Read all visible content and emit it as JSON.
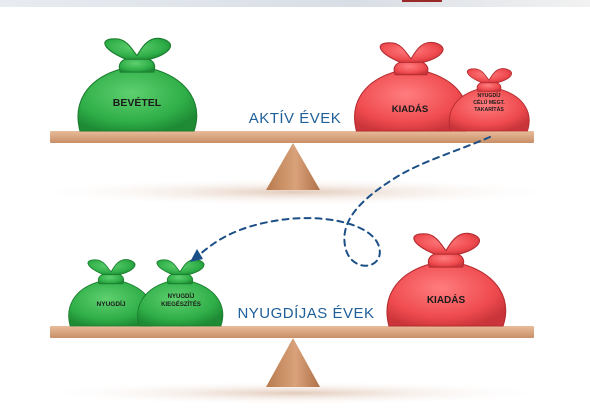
{
  "scale_top": {
    "title": "AKTÍV ÉVEK",
    "bags": [
      {
        "id": "bevetel",
        "label_lines": [
          "BEVÉTEL"
        ],
        "color": "green"
      },
      {
        "id": "kiadas",
        "label_lines": [
          "KIADÁS"
        ],
        "color": "red"
      },
      {
        "id": "nyugdij-celu",
        "label_lines": [
          "NYUGDÍJ",
          "CÉLÚ MEGT.",
          "TAKARÍTÁS"
        ],
        "color": "red"
      }
    ]
  },
  "scale_bottom": {
    "title": "NYUGDÍJAS ÉVEK",
    "bags": [
      {
        "id": "nyugdij",
        "label_lines": [
          "NYUGDÍJ"
        ],
        "color": "green"
      },
      {
        "id": "nyugdij-kieg",
        "label_lines": [
          "NYUGDÍJ",
          "KIEGÉSZÍTÉS"
        ],
        "color": "green"
      },
      {
        "id": "kiadas2",
        "label_lines": [
          "KIADÁS"
        ],
        "color": "red"
      }
    ]
  },
  "colors": {
    "green_bag": "#2fae48",
    "green_dark": "#1e8a34",
    "red_bag": "#ef4b4f",
    "red_dark": "#c9353a",
    "plank": "#dca783",
    "fulcrum": "#c98a5c",
    "title": "#1f5f99",
    "arrow": "#1c4f86"
  }
}
